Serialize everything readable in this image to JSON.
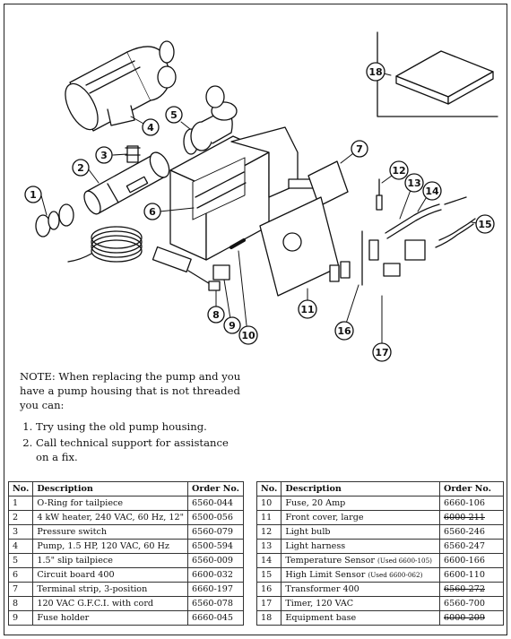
{
  "callouts": [
    "1",
    "2",
    "3",
    "4",
    "5",
    "6",
    "7",
    "8",
    "9",
    "10",
    "11",
    "12",
    "13",
    "14",
    "15",
    "16",
    "17",
    "18"
  ],
  "note": {
    "text": "NOTE: When replacing the pump and you have a pump housing that is not threaded you can:",
    "items": [
      "Try using the old pump housing.",
      "Call technical support for assistance on a fix."
    ]
  },
  "table_headers": {
    "no": "No.",
    "description": "Description",
    "order": "Order No."
  },
  "parts_left": [
    {
      "no": "1",
      "description": "O-Ring for tailpiece",
      "order": "6560-044"
    },
    {
      "no": "2",
      "description": "4 kW heater, 240 VAC, 60 Hz, 12\"",
      "order": "6500-056"
    },
    {
      "no": "3",
      "description": "Pressure switch",
      "order": "6560-079"
    },
    {
      "no": "4",
      "description": "Pump, 1.5 HP, 120 VAC, 60 Hz",
      "order": "6500-594"
    },
    {
      "no": "5",
      "description": "1.5\" slip tailpiece",
      "order": "6560-009"
    },
    {
      "no": "6",
      "description": "Circuit board 400",
      "order": "6600-032"
    },
    {
      "no": "7",
      "description": "Terminal strip, 3-position",
      "order": "6660-197"
    },
    {
      "no": "8",
      "description": "120 VAC G.F.C.I. with cord",
      "order": "6560-078"
    },
    {
      "no": "9",
      "description": "Fuse holder",
      "order": "6660-045"
    }
  ],
  "parts_right": [
    {
      "no": "10",
      "description": "Fuse, 20 Amp",
      "order": "6660-106"
    },
    {
      "no": "11",
      "description": "Front cover, large",
      "order": "6000-211",
      "struck": true
    },
    {
      "no": "12",
      "description": "Light bulb",
      "order": "6560-246"
    },
    {
      "no": "13",
      "description": "Light harness",
      "order": "6560-247"
    },
    {
      "no": "14",
      "description": "Temperature Sensor",
      "note": "(Used 6600-105)",
      "order": "6600-166"
    },
    {
      "no": "15",
      "description": "High Limit Sensor",
      "note": "(Used 6600-062)",
      "order": "6600-110"
    },
    {
      "no": "16",
      "description": "Transformer 400",
      "order": "6560-272",
      "struck": true
    },
    {
      "no": "17",
      "description": "Timer, 120 VAC",
      "order": "6560-700"
    },
    {
      "no": "18",
      "description": "Equipment base",
      "order": "6000-209",
      "struck": true
    }
  ]
}
